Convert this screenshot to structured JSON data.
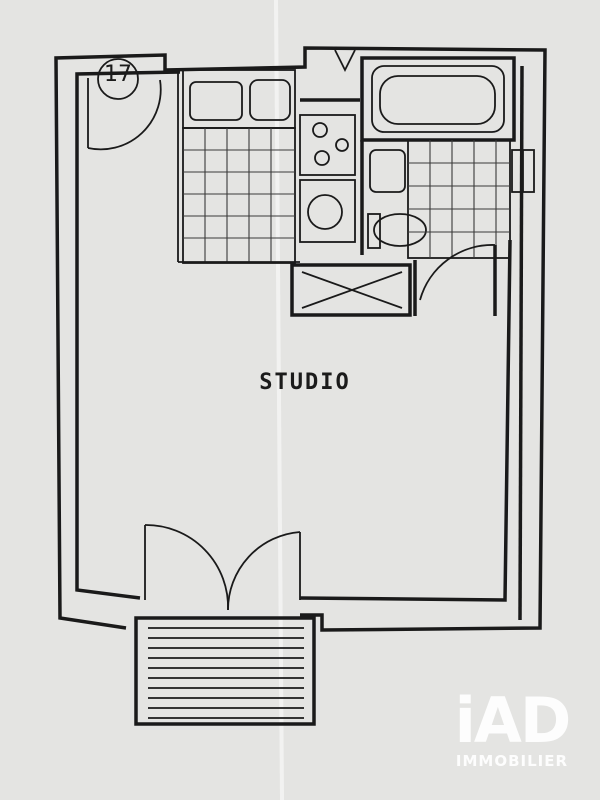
{
  "plan": {
    "room_label": "STUDIO",
    "unit_number": "17"
  },
  "brand": {
    "mark": "iAD",
    "sub": "IMMOBILIER"
  },
  "colors": {
    "paper": "#e4e4e2",
    "ink": "#1a1a1a",
    "watermark": "#ffffff"
  }
}
